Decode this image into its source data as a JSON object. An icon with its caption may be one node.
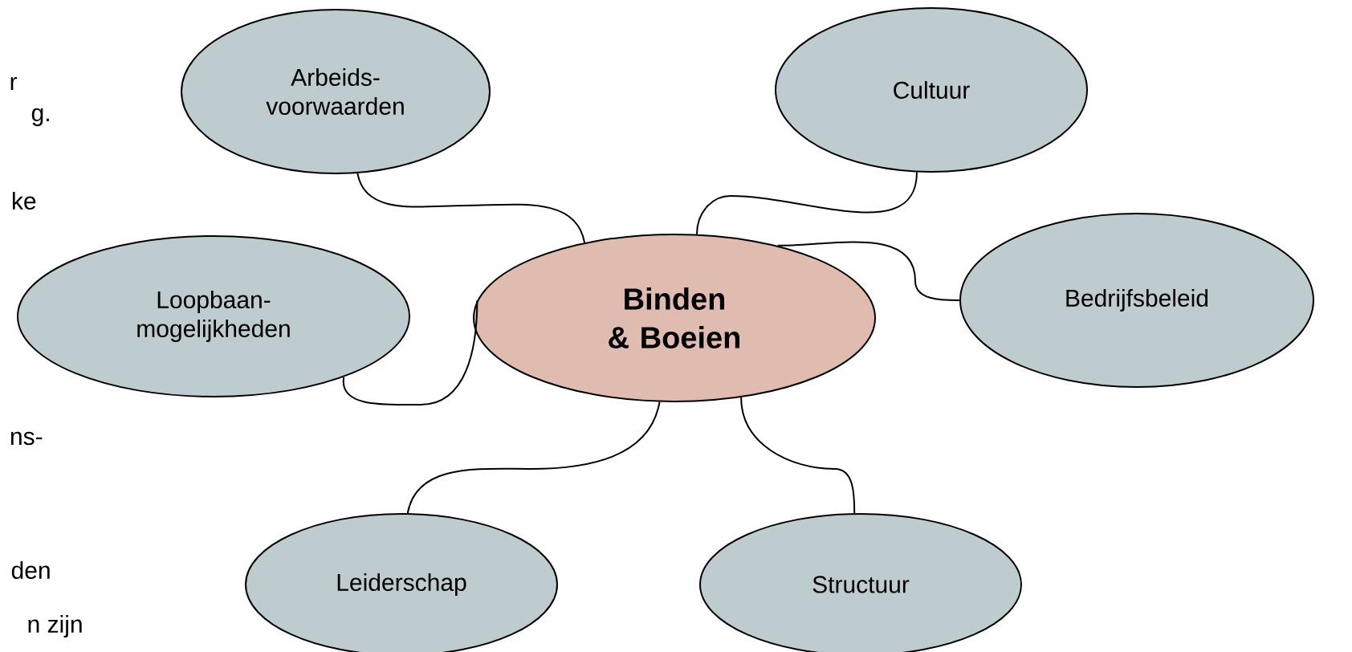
{
  "diagram": {
    "nodes": [
      {
        "text": [
          "Arbeids- voorwaarden"
        ]
      },
      {
        "text": [
          "Cultuur"
        ]
      },
      {
        "text": [
          "Bedrijfsbeleid"
        ]
      },
      {
        "text": [
          "Loopbaan- mogelijkheden"
        ]
      },
      {
        "text": [
          "Binden & Boeien"
        ]
      },
      {
        "text": [
          "Leiderschap"
        ]
      },
      {
        "text": [
          "Structuur"
        ]
      }
    ],
    "edges": [
      {
        "from": 0,
        "to": 4,
        "arrow": "none"
      },
      {
        "from": 1,
        "to": 4,
        "arrow": "none"
      },
      {
        "from": 2,
        "to": 4,
        "arrow": "none"
      },
      {
        "from": 3,
        "to": 4,
        "arrow": "none"
      },
      {
        "from": 5,
        "to": 4,
        "arrow": "none"
      },
      {
        "from": 6,
        "to": 4,
        "arrow": "none"
      }
    ],
    "labels": [
      "r",
      "g.",
      "ke",
      "ns-",
      "den",
      "n zijn"
    ]
  }
}
